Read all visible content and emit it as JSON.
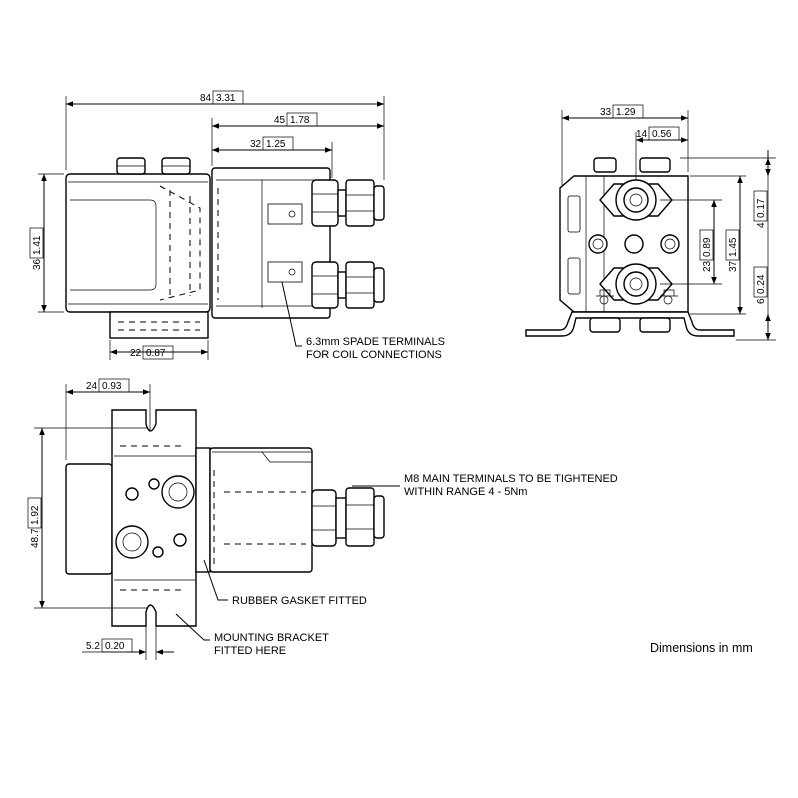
{
  "dimensions": {
    "side_total_width": {
      "mm": "84",
      "in": "3.31"
    },
    "side_body_width": {
      "mm": "45",
      "in": "1.78"
    },
    "side_terminal_offset": {
      "mm": "32",
      "in": "1.25"
    },
    "side_height": {
      "mm": "36",
      "in": "1.41"
    },
    "side_base_width": {
      "mm": "22",
      "in": "0.87"
    },
    "end_width": {
      "mm": "33",
      "in": "1.29"
    },
    "end_half_width": {
      "mm": "14",
      "in": "0.56"
    },
    "end_terminal_pitch": {
      "mm": "23",
      "in": "0.89"
    },
    "end_height": {
      "mm": "37",
      "in": "1.45"
    },
    "end_top_offset": {
      "mm": "4",
      "in": "0.17"
    },
    "end_bottom_offset": {
      "mm": "6",
      "in": "0.24"
    },
    "top_bracket_offset": {
      "mm": "24",
      "in": "0.93"
    },
    "top_height": {
      "mm": "48.7",
      "in": "1.92"
    },
    "top_slot_width": {
      "mm": "5.2",
      "in": "0.20"
    }
  },
  "notes": {
    "spade_line1": "6.3mm SPADE TERMINALS",
    "spade_line2": "FOR COIL CONNECTIONS",
    "m8_line1": "M8 MAIN TERMINALS TO BE TIGHTENED",
    "m8_line2": "WITHIN RANGE 4 - 5Nm",
    "gasket": "RUBBER GASKET FITTED",
    "bracket_line1": "MOUNTING BRACKET",
    "bracket_line2": "FITTED HERE"
  },
  "caption": "Dimensions in mm"
}
